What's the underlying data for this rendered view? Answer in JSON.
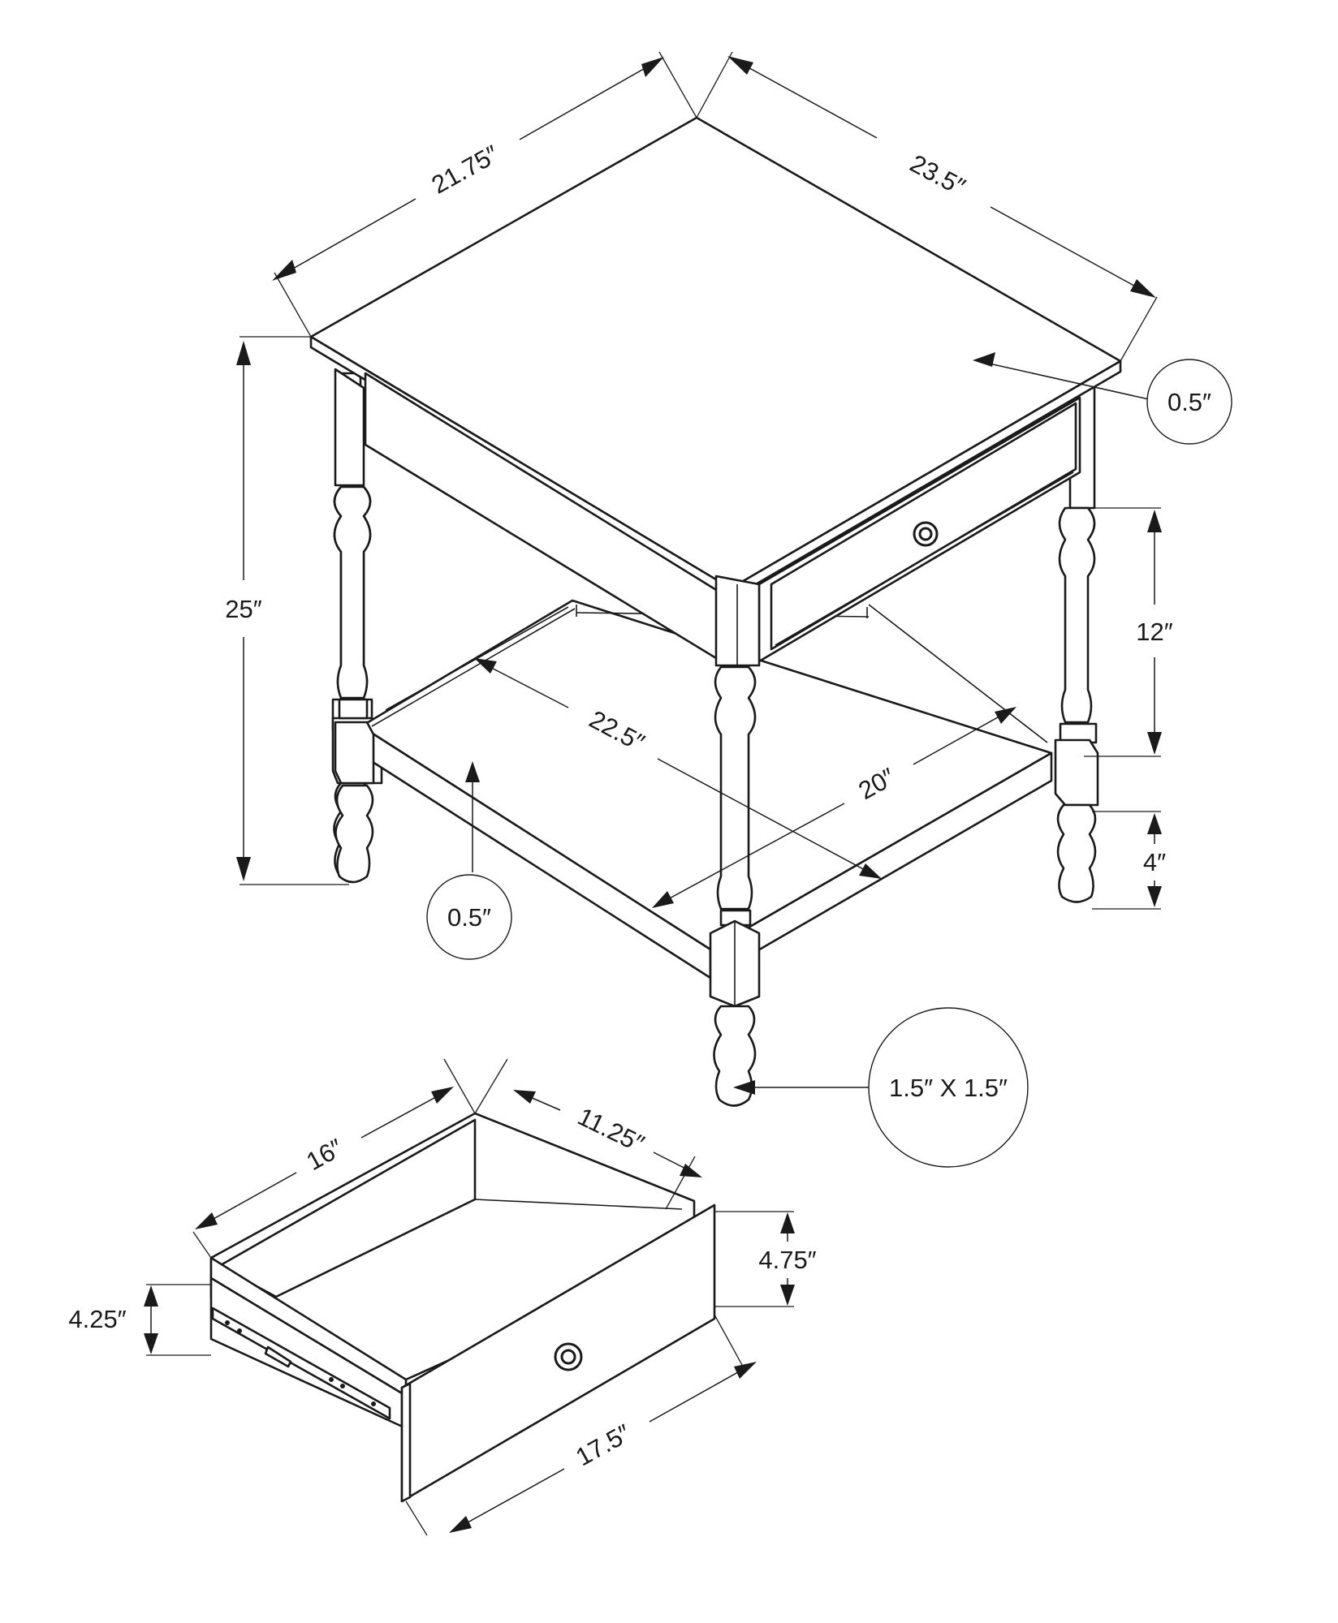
{
  "labels": {
    "top_width": "21.75″",
    "top_depth": "23.5″",
    "top_thickness": "0.5″",
    "overall_height": "25″",
    "drawer_opening_height": "12″",
    "shelf_width": "22.5″",
    "shelf_depth": "20″",
    "shelf_thickness": "0.5″",
    "shelf_clearance": "4″",
    "leg_size": "1.5″ X 1.5″",
    "drawer_depth": "16″",
    "drawer_inner_width": "11.25″",
    "drawer_front_height": "4.75″",
    "drawer_box_height": "4.25″",
    "drawer_front_width": "17.5″"
  }
}
